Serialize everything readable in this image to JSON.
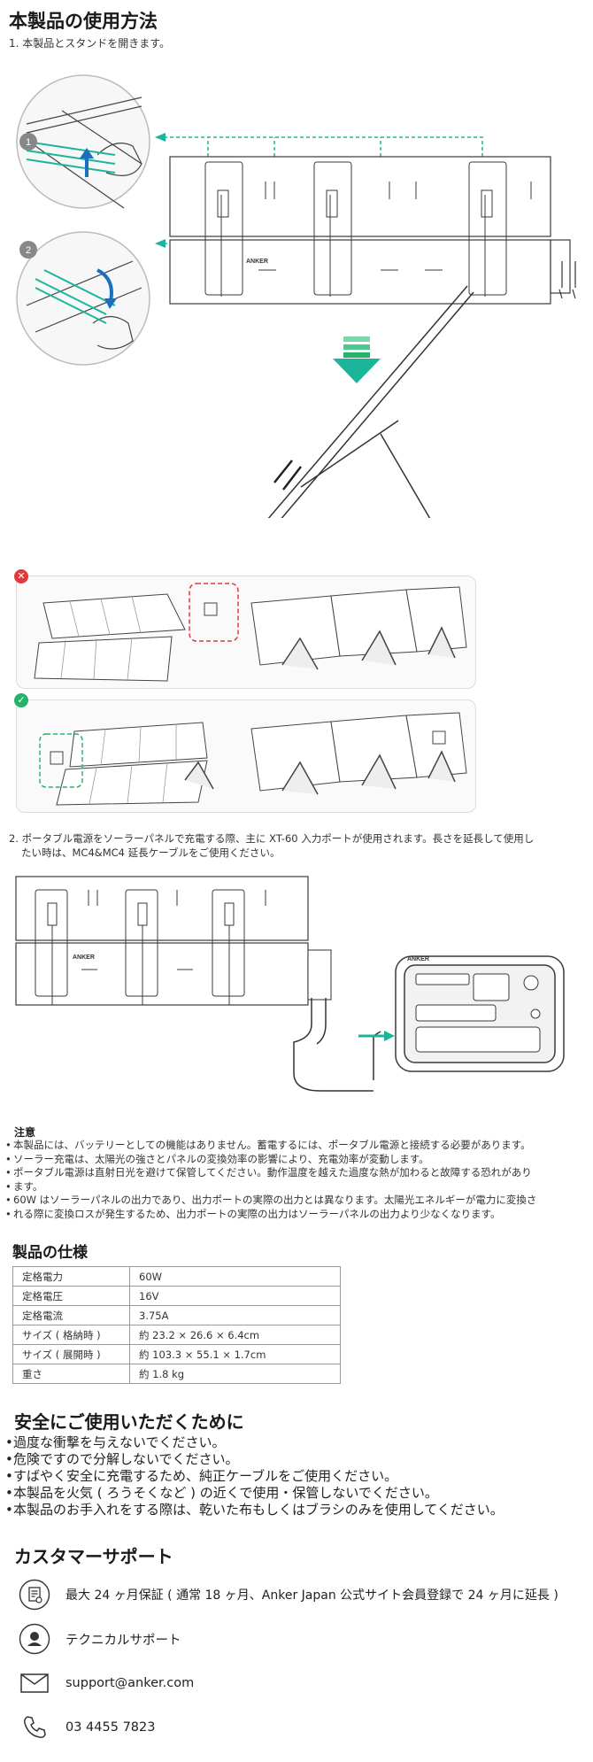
{
  "usage": {
    "title": "本製品の使用方法",
    "step1": "1. 本製品とスタンドを開きます。",
    "step1_badges": [
      "1",
      "2"
    ],
    "step2_line1": "2. ポータブル電源をソーラーパネルで充電する際、主に XT-60 入力ポートが使用されます。長さを延長して使用し",
    "step2_line2": "たい時は、MC4&MC4 延長ケーブルをご使用ください。",
    "panel_brand": "ANKER"
  },
  "notes": {
    "title": "注意",
    "items": [
      "本製品には、バッテリーとしての機能はありません。蓄電するには、ポータブル電源と接続する必要があります。",
      "ソーラー充電は、太陽光の強さとパネルの変換効率の影響により、充電効率が変動します。",
      "ポータブル電源は直射日光を避けて保管してください。動作温度を越えた過度な熱が加わると故障する恐れがあり",
      "ます。",
      "60W はソーラーパネルの出力であり、出力ポートの実際の出力とは異なります。太陽光エネルギーが電力に変換さ",
      "れる際に変換ロスが発生するため、出力ポートの実際の出力はソーラーパネルの出力より少なくなります。"
    ]
  },
  "specs": {
    "title": "製品の仕様",
    "rows": [
      {
        "k": "定格電力",
        "v": "60W"
      },
      {
        "k": "定格電圧",
        "v": "16V"
      },
      {
        "k": "定格電流",
        "v": "3.75A"
      },
      {
        "k": "サイズ ( 格納時 )",
        "v": "約 23.2 × 26.6 × 6.4cm"
      },
      {
        "k": "サイズ ( 展開時 )",
        "v": "約 103.3 × 55.1 × 1.7cm"
      },
      {
        "k": "重さ",
        "v": "約 1.8 kg"
      }
    ]
  },
  "safety": {
    "title": "安全にご使用いただくために",
    "items": [
      "過度な衝撃を与えないでください。",
      "危険ですので分解しないでください。",
      "すばやく安全に充電するため、純正ケーブルをご使用ください。",
      "本製品を火気 ( ろうそくなど ) の近くで使用・保管しないでください。",
      "本製品のお手入れをする際は、乾いた布もしくはブラシのみを使用してください。"
    ]
  },
  "support": {
    "title": "カスタマーサポート",
    "warranty": "最大 24 ヶ月保証 ( 通常 18 ヶ月、Anker Japan 公式サイト会員登録で 24 ヶ月に延長 )",
    "technical": "テクニカルサポート",
    "email": "support@anker.com",
    "phone": "03 4455 7823"
  },
  "colors": {
    "accent_teal": "#1bb59a",
    "error_red": "#e23a3a",
    "ok_green": "#27b26a",
    "line": "#3a3a3a"
  }
}
